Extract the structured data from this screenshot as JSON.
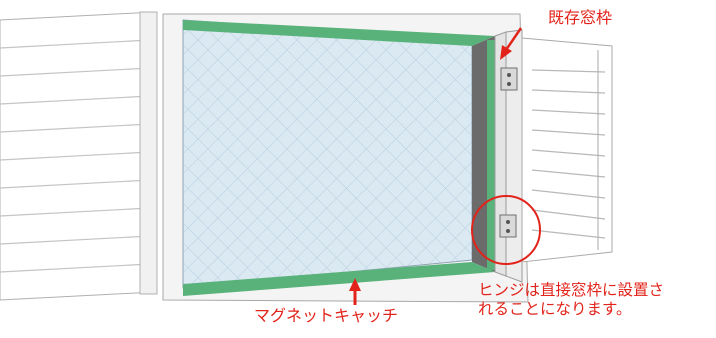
{
  "labels": {
    "existing_frame": "既存窓枠",
    "hinge_line1": "ヒンジは直接窓枠に設置さ",
    "hinge_line2": "れることになります。",
    "magnet_catch": "マグネットキャッチ"
  },
  "colors": {
    "accent_red": "#e2231a",
    "magnet_green": "#5ab27b",
    "glass_blue": "#dbe9f3"
  }
}
